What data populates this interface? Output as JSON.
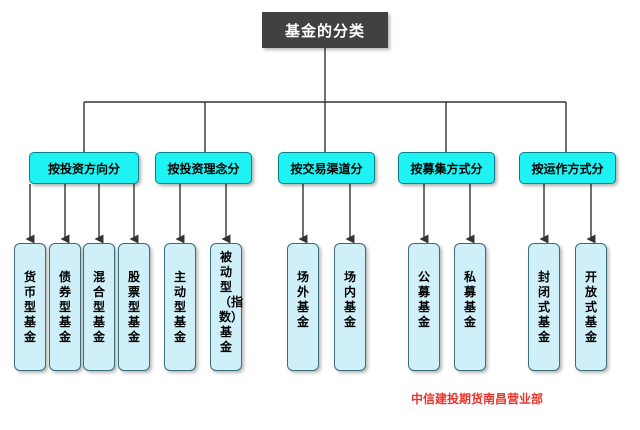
{
  "diagram": {
    "title": "基金的分类",
    "watermark": "中信建投期货南昌营业部",
    "colors": {
      "root_fill": "#414141",
      "root_text": "#ffffff",
      "category_fill": "#1ff2f2",
      "leaf_fill": "#cff0f9",
      "connector": "#333333",
      "watermark_text": "#e8342a"
    },
    "categories": [
      {
        "label": "按投资方向分",
        "children": [
          "货币型基金",
          "债券型基金",
          "混合型基金",
          "股票型基金"
        ]
      },
      {
        "label": "按投资理念分",
        "children": [
          "主动型基金",
          "被动型（指数）基金"
        ]
      },
      {
        "label": "按交易渠道分",
        "children": [
          "场外基金",
          "场内基金"
        ]
      },
      {
        "label": "按募集方式分",
        "children": [
          "公募基金",
          "私募基金"
        ]
      },
      {
        "label": "按运作方式分",
        "children": [
          "封闭式基金",
          "开放式基金"
        ]
      }
    ]
  }
}
